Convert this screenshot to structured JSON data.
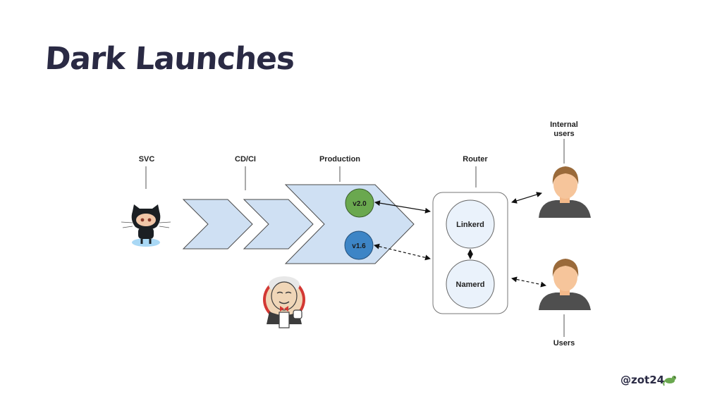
{
  "title": "Dark Launches",
  "stages": {
    "svc": "SVC",
    "cdci": "CD/CI",
    "production": "Production",
    "router": "Router"
  },
  "versions": {
    "new": "v2.0",
    "old": "v1.6"
  },
  "router_nodes": {
    "linkerd": "Linkerd",
    "namerd": "Namerd"
  },
  "audiences": {
    "internal": "Internal\nusers",
    "internal_line1": "Internal",
    "internal_line2": "users",
    "users": "Users"
  },
  "handle": "@zot24",
  "colors": {
    "chevron_fill": "#cfe0f3",
    "chevron_stroke": "#4a4a4a",
    "v2_fill": "#6aa84f",
    "v1_fill": "#3d85c6",
    "router_node_fill": "#eaf2fb",
    "title": "#2a2a44"
  },
  "icons": [
    "github-octocat-icon",
    "jenkins-icon",
    "internal-user-icon",
    "user-icon",
    "gecko-icon"
  ]
}
